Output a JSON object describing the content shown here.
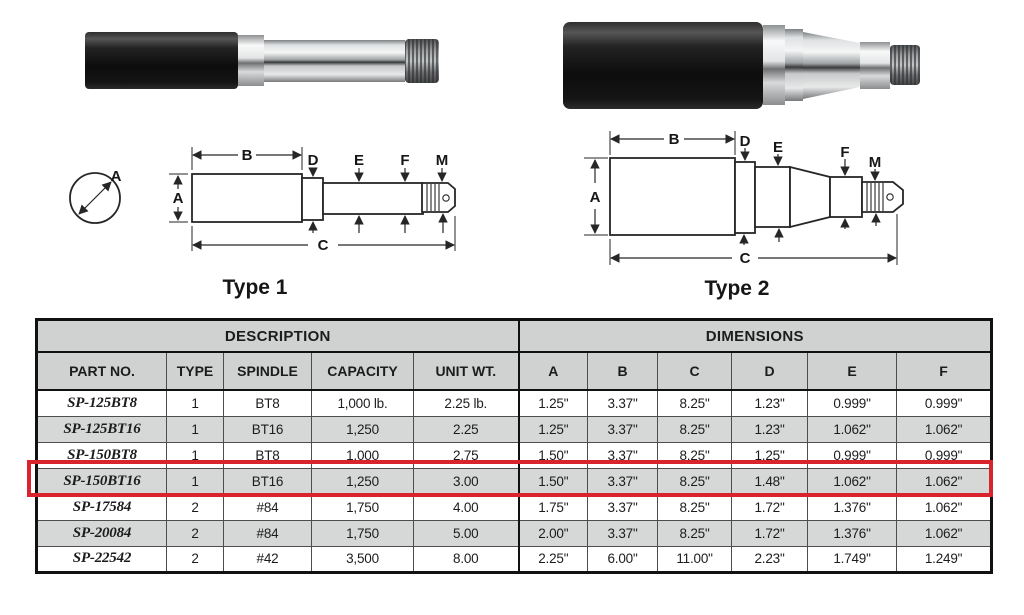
{
  "diagrams": {
    "type1": {
      "caption": "Type 1",
      "labels": {
        "a_section": "A",
        "a_height": "A",
        "b": "B",
        "c": "C",
        "d": "D",
        "e": "E",
        "f": "F",
        "m": "M"
      }
    },
    "type2": {
      "caption": "Type 2",
      "labels": {
        "a_height": "A",
        "b": "B",
        "c": "C",
        "d": "D",
        "e": "E",
        "f": "F",
        "m": "M"
      }
    }
  },
  "table": {
    "groups": [
      {
        "label": "DESCRIPTION",
        "colspan": 5
      },
      {
        "label": "DIMENSIONS",
        "colspan": 6
      }
    ],
    "columns": [
      "PART NO.",
      "TYPE",
      "SPINDLE",
      "CAPACITY",
      "UNIT WT.",
      "A",
      "B",
      "C",
      "D",
      "E",
      "F"
    ],
    "rows": [
      [
        "SP-125BT8",
        "1",
        "BT8",
        "1,000 lb.",
        "2.25 lb.",
        "1.25\"",
        "3.37\"",
        "8.25\"",
        "1.23\"",
        "0.999\"",
        "0.999\""
      ],
      [
        "SP-125BT16",
        "1",
        "BT16",
        "1,250",
        "2.25",
        "1.25\"",
        "3.37\"",
        "8.25\"",
        "1.23\"",
        "1.062\"",
        "1.062\""
      ],
      [
        "SP-150BT8",
        "1",
        "BT8",
        "1,000",
        "2.75",
        "1.50\"",
        "3.37\"",
        "8.25\"",
        "1.25\"",
        "0.999\"",
        "0.999\""
      ],
      [
        "SP-150BT16",
        "1",
        "BT16",
        "1,250",
        "3.00",
        "1.50\"",
        "3.37\"",
        "8.25\"",
        "1.48\"",
        "1.062\"",
        "1.062\""
      ],
      [
        "SP-17584",
        "2",
        "#84",
        "1,750",
        "4.00",
        "1.75\"",
        "3.37\"",
        "8.25\"",
        "1.72\"",
        "1.376\"",
        "1.062\""
      ],
      [
        "SP-20084",
        "2",
        "#84",
        "1,750",
        "5.00",
        "2.00\"",
        "3.37\"",
        "8.25\"",
        "1.72\"",
        "1.376\"",
        "1.062\""
      ],
      [
        "SP-22542",
        "2",
        "#42",
        "3,500",
        "8.00",
        "2.25\"",
        "6.00\"",
        "11.00\"",
        "2.23\"",
        "1.749\"",
        "1.249\""
      ]
    ],
    "highlighted_part_no": "SP-150BT16"
  },
  "colors": {
    "highlight_red": "#d9232d",
    "header_gray": "#d0d2d2",
    "row_alt_gray": "#d6d8d8"
  }
}
